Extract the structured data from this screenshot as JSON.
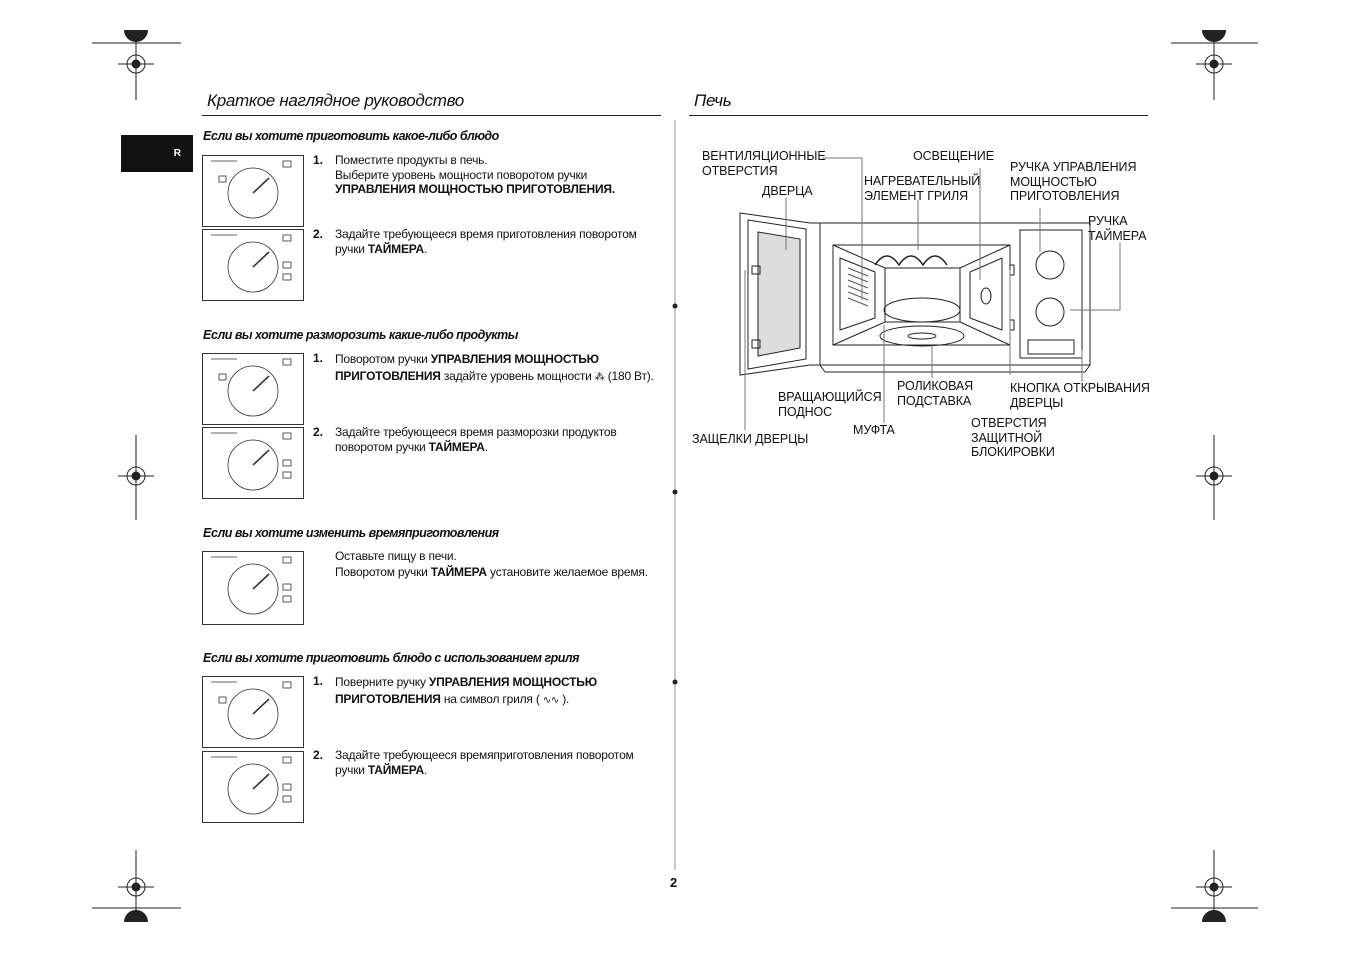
{
  "side_tab": "R",
  "left": {
    "title": "Краткое наглядное руководство",
    "sections": [
      {
        "title": "Если вы хотите приготовить какое-либо блюдо",
        "steps": [
          {
            "num": "1.",
            "line1": "Поместите продукты в печь.",
            "line2": "Выберите уровень мощности поворотом ручки",
            "line3_bold": "УПРАВЛЕНИЯ МОЩНОСТЬЮ ПРИГОТОВЛЕНИЯ."
          },
          {
            "num": "2.",
            "line1": "Задайте требующееся время приготовления поворотом",
            "line2_pre": "ручки ",
            "line2_bold": "ТАЙМЕРА",
            "line2_post": "."
          }
        ]
      },
      {
        "title": "Если вы хотите разморозить какие-либо продукты",
        "steps": [
          {
            "num": "1.",
            "line1_pre": "Поворотом ручки ",
            "line1_bold": "УПРАВЛЕНИЯ МОЩНОСТЬЮ",
            "line2_bold": "ПРИГОТОВЛЕНИЯ",
            "line2_post": " задайте уровень мощности ",
            "power_symbol": "⁂",
            "line2_tail": " (180 Вт)."
          },
          {
            "num": "2.",
            "line1": "Задайте требующееся время разморозки продуктов",
            "line2_pre": "поворотом ручки ",
            "line2_bold": "ТАЙМЕРА",
            "line2_post": "."
          }
        ]
      },
      {
        "title": "Если вы хотите изменить времяприготовления",
        "steps": [
          {
            "line1": "Оставьте пищу в печи.",
            "line2_pre": "Поворотом ручки ",
            "line2_bold": "ТАЙМЕРА",
            "line2_post": " установите желаемое время."
          }
        ]
      },
      {
        "title": "Если вы хотите приготовить блюдо с использованием гриля",
        "steps": [
          {
            "num": "1.",
            "line1_pre": "Поверните ручку ",
            "line1_bold": "УПРАВЛЕНИЯ МОЩНОСТЬЮ",
            "line2_bold": "ПРИГОТОВЛЕНИЯ",
            "line2_post": " на символ гриля ( ",
            "grill_symbol": "∿∿",
            "line2_tail": " )."
          },
          {
            "num": "2.",
            "line1": "Задайте требующееся времяприготовления поворотом",
            "line2_pre": "ручки ",
            "line2_bold": "ТАЙМЕРА",
            "line2_post": "."
          }
        ]
      }
    ]
  },
  "right": {
    "title": "Печь",
    "labels": {
      "vent": [
        "ВЕНТИЛЯЦИОННЫЕ",
        "ОТВЕРСТИЯ"
      ],
      "door": "ДВЕРЦА",
      "light": "ОСВЕЩЕНИЕ",
      "heater": [
        "НАГРЕВАТЕЛЬНЫЙ",
        "ЭЛЕМЕНТ ГРИЛЯ"
      ],
      "power_knob": [
        "РУЧКА УПРАВЛЕНИЯ",
        "МОЩНОСТЬЮ",
        "ПРИГОТОВЛЕНИЯ"
      ],
      "timer_knob": [
        "РУЧКА",
        "ТАЙМЕРА"
      ],
      "tray": [
        "ВРАЩАЮЩИЙСЯ",
        "ПОДНОС"
      ],
      "roller": [
        "РОЛИКОВАЯ",
        "ПОДСТАВКА"
      ],
      "open_button": [
        "КНОПКА ОТКРЫВАНИЯ",
        "ДВЕРЦЫ"
      ],
      "coupler": "МУФТА",
      "latches": "ЗАЩЕЛКИ ДВЕРЦЫ",
      "interlock": [
        "ОТВЕРСТИЯ",
        "ЗАЩИТНОЙ",
        "БЛОКИРОВКИ"
      ]
    }
  },
  "page_number": "2"
}
